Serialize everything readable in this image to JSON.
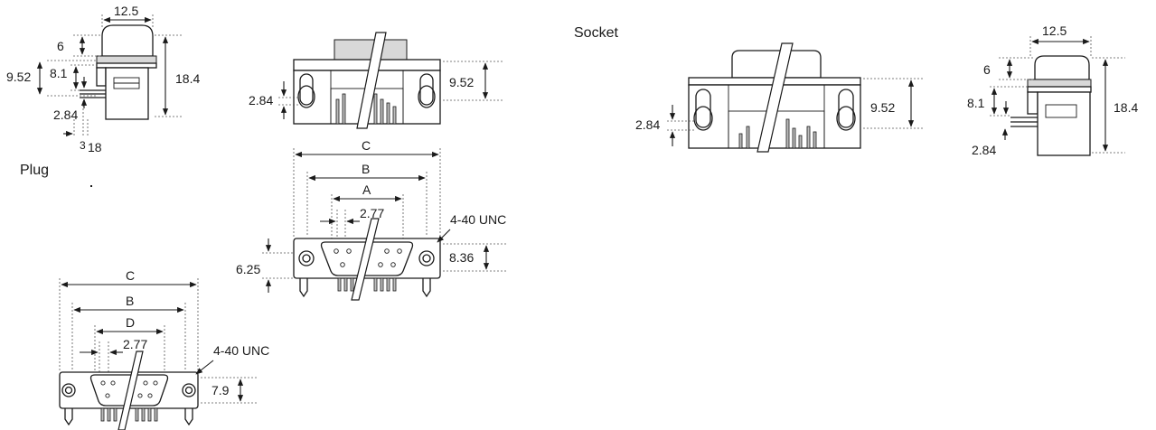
{
  "labels": {
    "socket": "Socket",
    "plug": "Plug",
    "thread": "4-40 UNC",
    "dim_A": "A",
    "dim_B": "B",
    "dim_C": "C",
    "dim_D": "D"
  },
  "dimensions": {
    "width_12_5": "12.5",
    "body_6": "6",
    "height_9_52": "9.52",
    "height_8_1": "8.1",
    "total_18_4": "18.4",
    "pin_2_84": "2.84",
    "offset_3": "3",
    "offset_18": "18",
    "pitch_2_77": "2.77",
    "flange_6_25": "6.25",
    "flange_8_36": "8.36",
    "flange_7_9": "7.9"
  },
  "colors": {
    "line": "#1a1a1a",
    "fill_gray": "#d8d8d8",
    "background": "#ffffff"
  }
}
